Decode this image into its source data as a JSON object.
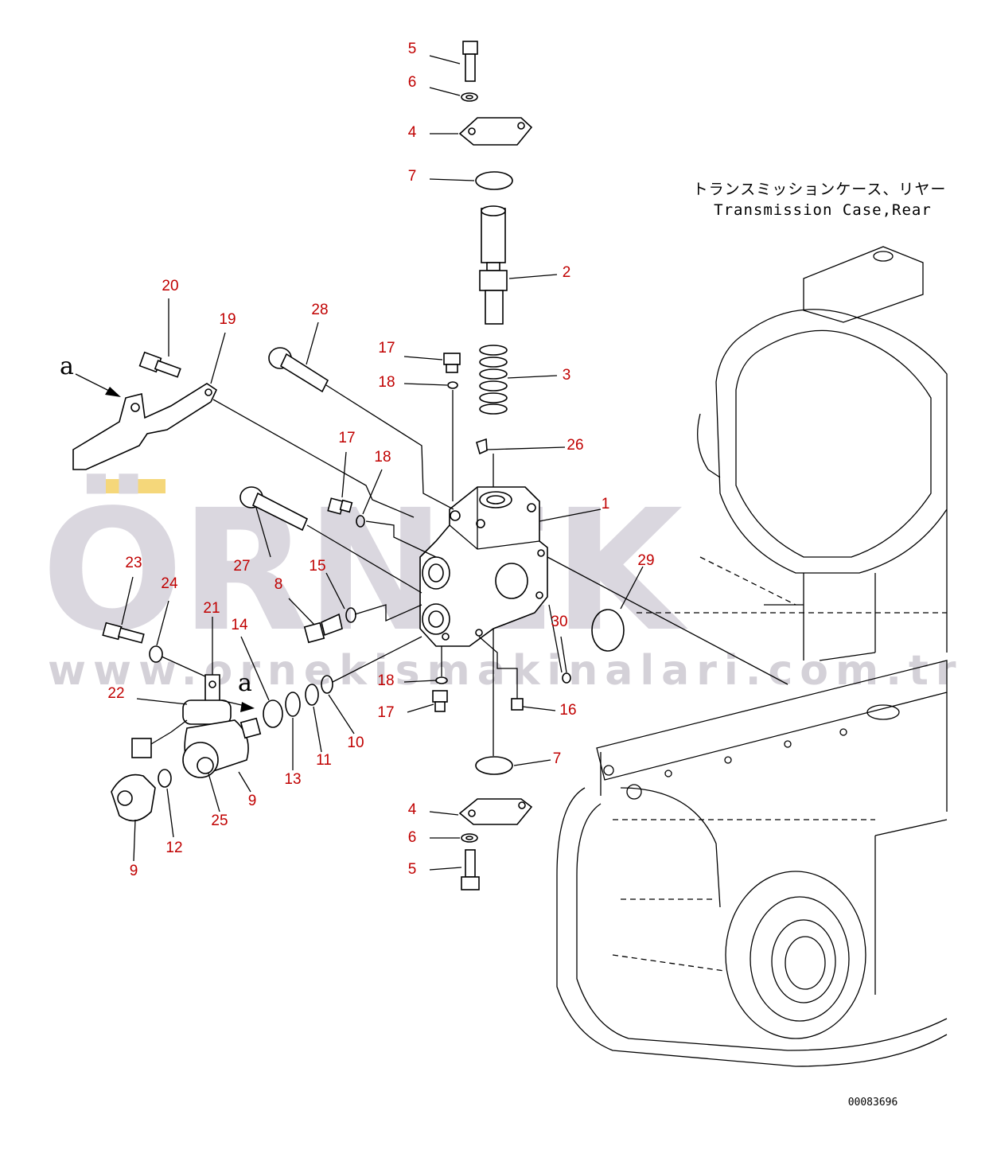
{
  "watermark": {
    "brand": "ÖRNEK",
    "url": "www.ornekismakinalari.com.tr",
    "accent": "#f5d77a"
  },
  "title": {
    "japanese": "トランスミッションケース、リヤー",
    "english": "Transmission Case,Rear"
  },
  "view_marker": "a",
  "document_number": "00083696",
  "part_labels": [
    {
      "id": "5",
      "text": "5"
    },
    {
      "id": "6",
      "text": "6"
    },
    {
      "id": "4",
      "text": "4"
    },
    {
      "id": "7",
      "text": "7"
    },
    {
      "id": "2",
      "text": "2"
    },
    {
      "id": "3",
      "text": "3"
    },
    {
      "id": "20",
      "text": "20"
    },
    {
      "id": "19",
      "text": "19"
    },
    {
      "id": "28",
      "text": "28"
    },
    {
      "id": "17",
      "text": "17"
    },
    {
      "id": "18",
      "text": "18"
    },
    {
      "id": "26",
      "text": "26"
    },
    {
      "id": "17b",
      "text": "17"
    },
    {
      "id": "18b",
      "text": "18"
    },
    {
      "id": "1",
      "text": "1"
    },
    {
      "id": "27",
      "text": "27"
    },
    {
      "id": "15",
      "text": "15"
    },
    {
      "id": "8",
      "text": "8"
    },
    {
      "id": "29",
      "text": "29"
    },
    {
      "id": "23",
      "text": "23"
    },
    {
      "id": "24",
      "text": "24"
    },
    {
      "id": "21",
      "text": "21"
    },
    {
      "id": "30",
      "text": "30"
    },
    {
      "id": "14",
      "text": "14"
    },
    {
      "id": "22",
      "text": "22"
    },
    {
      "id": "18c",
      "text": "18"
    },
    {
      "id": "17c",
      "text": "17"
    },
    {
      "id": "16",
      "text": "16"
    },
    {
      "id": "10",
      "text": "10"
    },
    {
      "id": "11",
      "text": "11"
    },
    {
      "id": "13",
      "text": "13"
    },
    {
      "id": "9",
      "text": "9"
    },
    {
      "id": "25",
      "text": "25"
    },
    {
      "id": "7b",
      "text": "7"
    },
    {
      "id": "12",
      "text": "12"
    },
    {
      "id": "9b",
      "text": "9"
    },
    {
      "id": "4b",
      "text": "4"
    },
    {
      "id": "6b",
      "text": "6"
    },
    {
      "id": "5b",
      "text": "5"
    }
  ]
}
